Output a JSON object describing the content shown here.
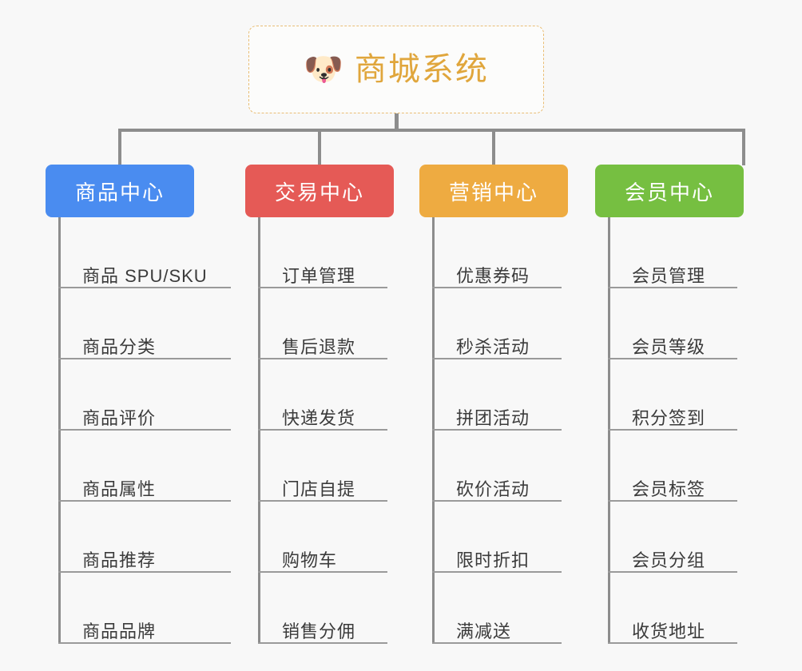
{
  "background_color": "#f8f8f8",
  "root": {
    "emoji": "dog-face-icon",
    "emoji_glyph": "🐶",
    "title": "商城系统",
    "title_color": "#e0a63c",
    "border_color": "#e9bd74"
  },
  "connector_color": "#8d8d8d",
  "branches": [
    {
      "label": "商品中心",
      "color": "#4a8cf0",
      "items": [
        "商品 SPU/SKU",
        "商品分类",
        "商品评价",
        "商品属性",
        "商品推荐",
        "商品品牌"
      ]
    },
    {
      "label": "交易中心",
      "color": "#e55a56",
      "items": [
        "订单管理",
        "售后退款",
        "快递发货",
        "门店自提",
        "购物车",
        "销售分佣"
      ]
    },
    {
      "label": "营销中心",
      "color": "#eeab41",
      "items": [
        "优惠券码",
        "秒杀活动",
        "拼团活动",
        "砍价活动",
        "限时折扣",
        "满减送"
      ]
    },
    {
      "label": "会员中心",
      "color": "#76bf41",
      "items": [
        "会员管理",
        "会员等级",
        "积分签到",
        "会员标签",
        "会员分组",
        "收货地址"
      ]
    }
  ]
}
